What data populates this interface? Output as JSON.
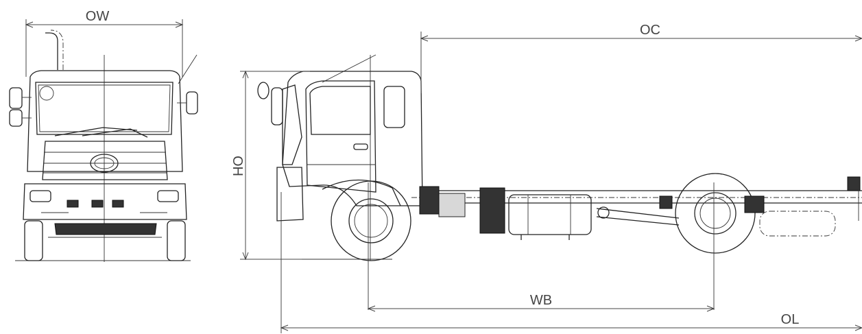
{
  "labels": {
    "overall_width": "OW",
    "overall_cab_to_end": "OC",
    "overall_height": "OH",
    "wheelbase": "WB",
    "overall_length": "OL"
  }
}
